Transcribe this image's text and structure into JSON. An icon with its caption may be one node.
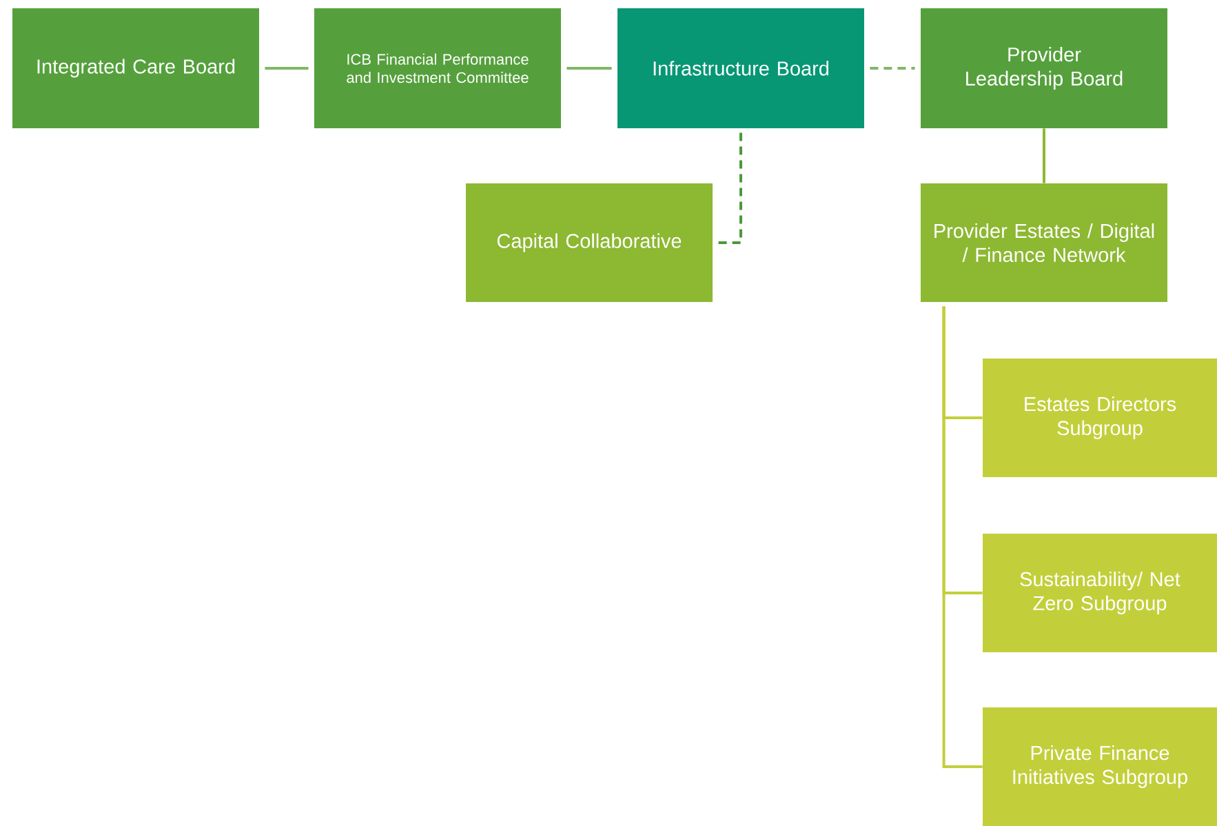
{
  "diagram": {
    "nodes": [
      {
        "text": [
          "Integrated Care Board"
        ]
      },
      {
        "text": [
          "ICB Financial Performance and Investment Committee"
        ]
      },
      {
        "text": [
          "Infrastructure Board"
        ]
      },
      {
        "text": [
          "Provider Leadership Board"
        ]
      },
      {
        "text": [
          "Capital Collaborative"
        ]
      },
      {
        "text": [
          "Provider Estates / Digital / Finance Network"
        ]
      },
      {
        "text": [
          "Estates Directors Subgroup"
        ]
      },
      {
        "text": [
          "Sustainability/ Net Zero Subgroup"
        ]
      },
      {
        "text": [
          "Private Finance Initiatives Subgroup"
        ]
      }
    ],
    "edges": [
      {
        "from": 0,
        "to": 1,
        "arrow": "none",
        "color": "#7fb864"
      },
      {
        "from": 1,
        "to": 2,
        "arrow": "none",
        "color": "#7fb864"
      },
      {
        "from": 2,
        "to": 3,
        "arrow": "none",
        "style": "dashed",
        "color": "#7fb864"
      },
      {
        "from": 2,
        "to": 4,
        "arrow": "none",
        "style": "dashed",
        "color": "#4a9a3a"
      },
      {
        "from": 3,
        "to": 5,
        "arrow": "none",
        "color": "#8db832"
      },
      {
        "from": 5,
        "to": 6,
        "arrow": "none",
        "color": "#c2cf3a"
      },
      {
        "from": 5,
        "to": 7,
        "arrow": "none",
        "color": "#c2cf3a"
      },
      {
        "from": 5,
        "to": 8,
        "arrow": "none",
        "color": "#c2cf3a"
      }
    ]
  }
}
